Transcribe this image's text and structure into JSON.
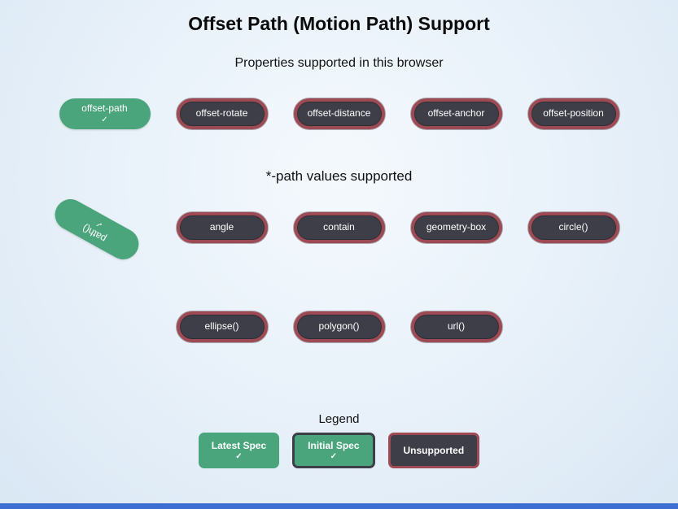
{
  "header": {
    "title": "Offset Path (Motion Path) Support",
    "subtitle": "Properties supported in this browser"
  },
  "sections": {
    "path_values_title": "*-path values supported",
    "legend_title": "Legend"
  },
  "properties": [
    {
      "label": "offset-path",
      "check": "✓",
      "status": "latest-spec"
    },
    {
      "label": "offset-rotate",
      "status": "unsupported"
    },
    {
      "label": "offset-distance",
      "status": "unsupported"
    },
    {
      "label": "offset-anchor",
      "status": "unsupported"
    },
    {
      "label": "offset-position",
      "status": "unsupported"
    }
  ],
  "path_values_row1": [
    {
      "label": "path()",
      "check": "✓",
      "status": "latest-spec"
    },
    {
      "label": "angle",
      "status": "unsupported"
    },
    {
      "label": "contain",
      "status": "unsupported"
    },
    {
      "label": "geometry-box",
      "status": "unsupported"
    },
    {
      "label": "circle()",
      "status": "unsupported"
    }
  ],
  "path_values_row2": [
    {
      "label": "ellipse()",
      "status": "unsupported"
    },
    {
      "label": "polygon()",
      "status": "unsupported"
    },
    {
      "label": "url()",
      "status": "unsupported"
    }
  ],
  "legend": [
    {
      "label": "Latest Spec",
      "check": "✓"
    },
    {
      "label": "Initial Spec",
      "check": "✓"
    },
    {
      "label": "Unsupported"
    }
  ],
  "colors": {
    "supported_green": "#4aa57c",
    "pill_dark": "#3d3e48",
    "pill_border_red": "#9e4a55",
    "footer_blue": "#3d6fd2",
    "background": "#e7f0f9"
  }
}
